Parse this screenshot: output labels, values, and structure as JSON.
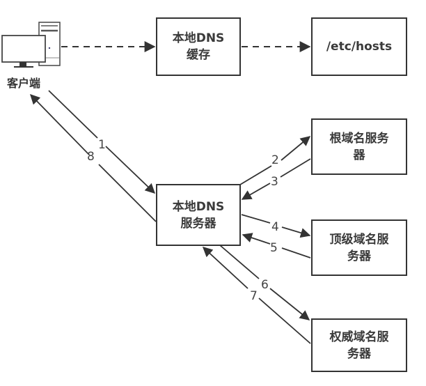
{
  "title": "DNS resolution flow",
  "nodes": {
    "client": {
      "label": "客户端",
      "icon": "computer-icon"
    },
    "local_cache": {
      "line1": "本地DNS",
      "line2": "缓存"
    },
    "hosts": {
      "line1": "/etc/hosts"
    },
    "local_dns": {
      "line1": "本地DNS",
      "line2": "服务器"
    },
    "root": {
      "line1": "根域名服务",
      "line2": "器"
    },
    "tld": {
      "line1": "顶级域名服",
      "line2": "务器"
    },
    "authoritative": {
      "line1": "权威域名服",
      "line2": "务器"
    }
  },
  "edges": [
    {
      "from": "client",
      "to": "local_cache",
      "style": "dashed",
      "label": ""
    },
    {
      "from": "local_cache",
      "to": "hosts",
      "style": "dashed",
      "label": ""
    },
    {
      "from": "client",
      "to": "local_dns",
      "style": "solid",
      "label": "1"
    },
    {
      "from": "local_dns",
      "to": "root",
      "style": "solid",
      "label": "2"
    },
    {
      "from": "root",
      "to": "local_dns",
      "style": "solid",
      "label": "3"
    },
    {
      "from": "local_dns",
      "to": "tld",
      "style": "solid",
      "label": "4"
    },
    {
      "from": "tld",
      "to": "local_dns",
      "style": "solid",
      "label": "5"
    },
    {
      "from": "local_dns",
      "to": "authoritative",
      "style": "solid",
      "label": "6"
    },
    {
      "from": "authoritative",
      "to": "local_dns",
      "style": "solid",
      "label": "7"
    },
    {
      "from": "local_dns",
      "to": "client",
      "style": "solid",
      "label": "8"
    }
  ],
  "colors": {
    "line": "#333333",
    "text": "#3a3a3a"
  }
}
